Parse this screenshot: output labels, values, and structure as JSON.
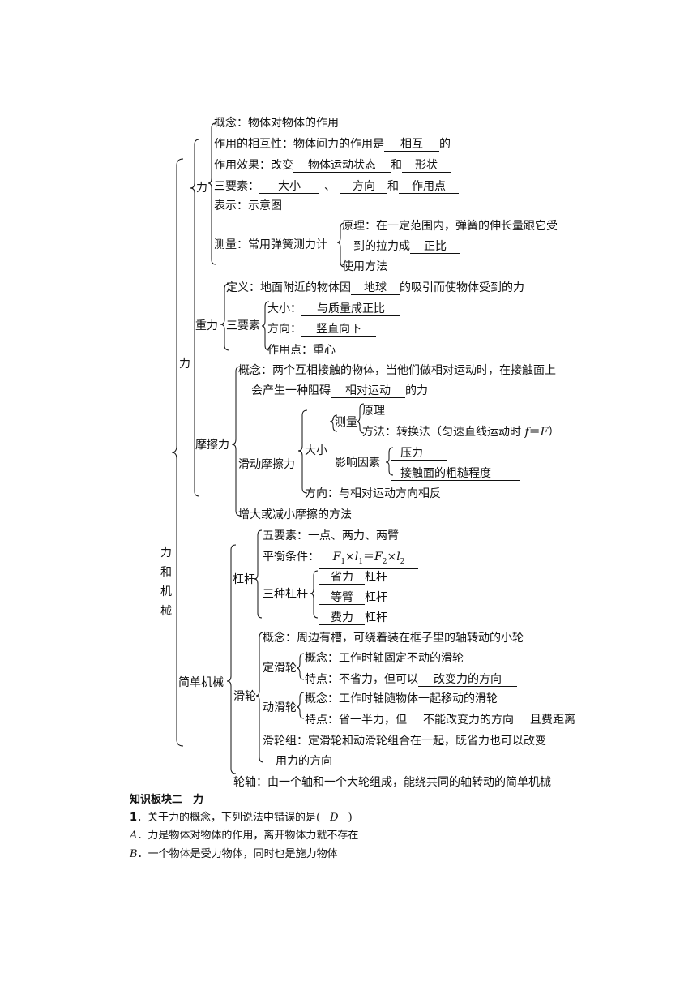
{
  "tree": {
    "root": "力和机械",
    "force": {
      "label": "力",
      "general": {
        "label": "力",
        "concept": "概念：物体对物体的作用",
        "mutual_prefix": "作用的相互性：物体间力的作用是",
        "mutual_answer": "相互",
        "mutual_suffix": "的",
        "effect_prefix": "作用效果：改变",
        "effect_answer1": "物体运动状态",
        "effect_mid": "和",
        "effect_answer2": "形状",
        "three_prefix": "三要素：",
        "three_a1": "大小",
        "three_sep": "、",
        "three_a2": "方向",
        "three_and": "和",
        "three_a3": "作用点",
        "represent": "表示：示意图",
        "measure": "测量：常用弹簧测力计",
        "principle_line1": "原理：在一定范围内，弹簧的伸长量跟它受",
        "principle_line2_prefix": "到的拉力成",
        "principle_answer": "正比",
        "usage": "使用方法"
      },
      "gravity": {
        "label": "重力",
        "def_prefix": "定义：地面附近的物体因",
        "def_answer": "地球",
        "def_suffix": "的吸引而使物体受到的力",
        "three": "三要素",
        "size_prefix": "大小：",
        "size_answer": "与质量成正比",
        "dir_prefix": "方向：",
        "dir_answer": "竖直向下",
        "point": "作用点：重心"
      },
      "friction": {
        "label": "摩擦力",
        "concept_line1": "概念：两个互相接触的物体，当他们做相对运动时，在接触面上",
        "concept_line2_prefix": "会产生一种阻碍",
        "concept_answer": "相对运动",
        "concept_suffix": "的力",
        "sliding": "滑动摩擦力",
        "size": "大小",
        "measure": "测量",
        "principle": "原理",
        "method_prefix": "方法：转换法（匀速直线运动时 ",
        "method_f": "f",
        "method_eq": "＝",
        "method_F": "F",
        "method_suffix": "）",
        "factors": "影响因素",
        "factor1": "压力",
        "factor2": "接触面的粗糙程度",
        "direction": "方向：与相对运动方向相反",
        "methods": "增大或减小摩擦的方法"
      }
    },
    "machines": {
      "label": "简单机械",
      "lever": {
        "label": "杠杆",
        "five": "五要素：一点、两力、两臂",
        "balance_prefix": "平衡条件：",
        "balance_F1": "F",
        "balance_sub1": "1",
        "balance_times1": "×",
        "balance_l1": "l",
        "balance_sub2": "1",
        "balance_eq": "＝",
        "balance_F2": "F",
        "balance_sub3": "2",
        "balance_times2": "×",
        "balance_l2": "l",
        "balance_sub4": "2",
        "three": "三种杠杆",
        "type1": "省力",
        "type2": "等臂",
        "type3": "费力",
        "suffix": "杠杆"
      },
      "pulley": {
        "label": "滑轮",
        "concept": "概念：周边有槽，可绕着装在框子里的轴转动的小轮",
        "fixed": "定滑轮",
        "fixed_concept": "概念：工作时轴固定不动的滑轮",
        "fixed_feature_prefix": "特点：不省力，但可以",
        "fixed_feature_answer": "改变力的方向",
        "movable": "动滑轮",
        "movable_concept": "概念：工作时轴随物体一起移动的滑轮",
        "movable_feature_prefix": "特点：省一半力，但",
        "movable_feature_answer": "不能改变力的方向",
        "movable_feature_suffix": "且费距离",
        "group_line1": "滑轮组：定滑轮和动滑轮组合在一起，既省力也可以改变",
        "group_line2": "用力的方向"
      },
      "axle": "轮轴：由一个轴和一个大轮组成，能绕共同的轴转动的简单机械"
    }
  },
  "section": {
    "title": "知识板块二　力",
    "q_num": "1",
    "q_text": "．关于力的概念，下列说法中错误的是(",
    "q_answer": "D",
    "q_close": ")",
    "optA_letter": "A",
    "optA_text": "．力是物体对物体的作用，离开物体力就不存在",
    "optB_letter": "B",
    "optB_text": "．一个物体是受力物体，同时也是施力物体"
  }
}
